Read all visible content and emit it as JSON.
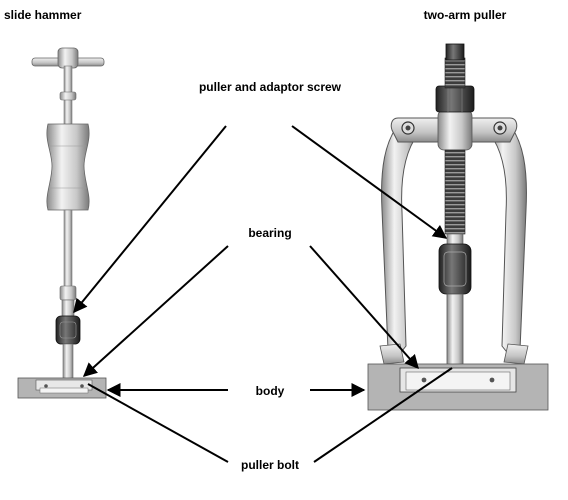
{
  "titles": {
    "left": "slide hammer",
    "right": "two-arm puller"
  },
  "labels": {
    "puller_screw": "puller and adaptor screw",
    "bearing": "bearing",
    "body": "body",
    "puller_bolt": "puller bolt"
  },
  "colors": {
    "body_gray": "#b4b4b4",
    "metal_light": "#dadada",
    "metal_mid": "#a8a8a8",
    "metal_dark": "#3a3a3a",
    "ink": "#000000"
  }
}
